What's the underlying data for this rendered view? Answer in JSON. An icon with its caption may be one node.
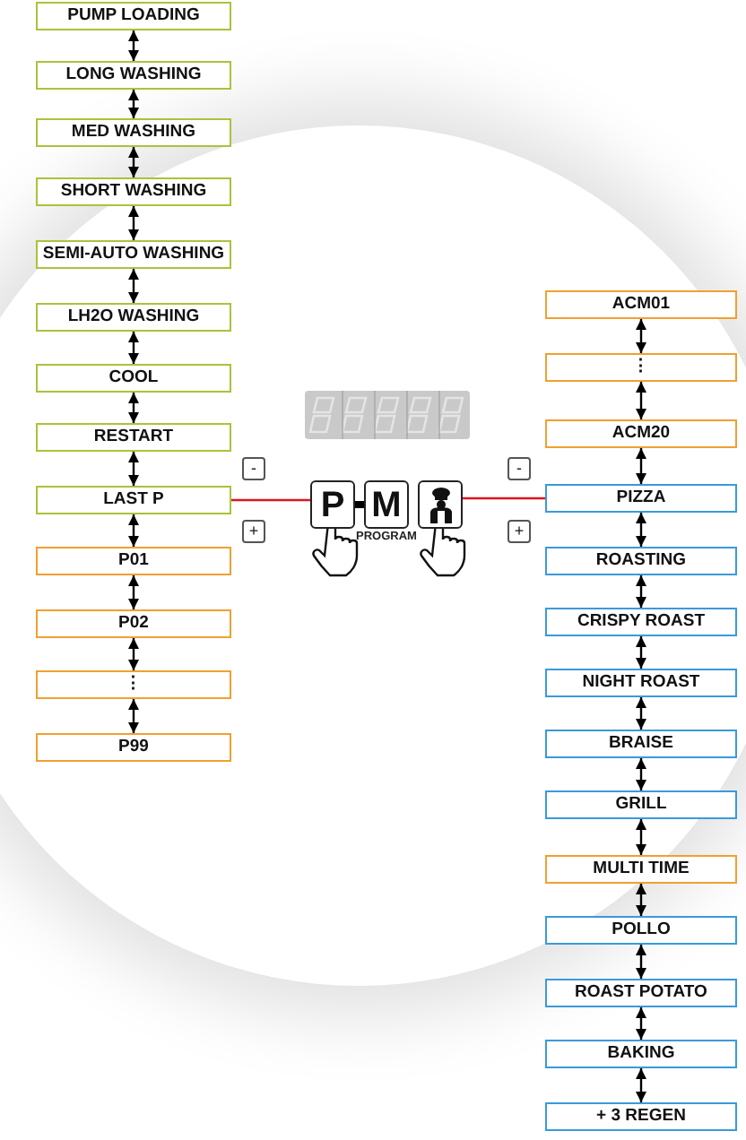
{
  "diagram": {
    "nodes": [
      {
        "text": [
          "PUMP LOADING"
        ]
      },
      {
        "text": [
          "LONG WASHING"
        ]
      },
      {
        "text": [
          "MED WASHING"
        ]
      },
      {
        "text": [
          "SHORT WASHING"
        ]
      },
      {
        "text": [
          "SEMI-AUTO WASHING"
        ]
      },
      {
        "text": [
          "LH2O WASHING"
        ]
      },
      {
        "text": [
          "COOL"
        ]
      },
      {
        "text": [
          "RESTART"
        ]
      },
      {
        "text": [
          "LAST P"
        ]
      },
      {
        "text": [
          "P01"
        ]
      },
      {
        "text": [
          "P02"
        ]
      },
      {
        "text": [
          "⋮"
        ]
      },
      {
        "text": [
          "P99"
        ]
      },
      {
        "text": [
          "-"
        ]
      },
      {
        "text": [
          "-"
        ]
      },
      {
        "text": [
          "P"
        ]
      },
      {
        "text": [
          "M"
        ],
        "beside": [
          "PROGRAM"
        ]
      },
      {
        "text": [],
        "shape": "box"
      },
      {
        "text": [
          "+"
        ]
      },
      {
        "text": [
          "+"
        ]
      },
      {
        "text": [
          "ACM01"
        ]
      },
      {
        "text": [
          "⋮"
        ]
      },
      {
        "text": [
          "ACM20"
        ]
      },
      {
        "text": [
          "PIZZA"
        ]
      },
      {
        "text": [
          "ROASTING"
        ]
      },
      {
        "text": [
          "CRISPY ROAST"
        ]
      },
      {
        "text": [
          "NIGHT ROAST"
        ]
      },
      {
        "text": [
          "BRAISE"
        ]
      },
      {
        "text": [
          "GRILL"
        ]
      },
      {
        "text": [
          "MULTI TIME"
        ]
      },
      {
        "text": [
          "POLLO"
        ]
      },
      {
        "text": [
          "ROAST POTATO"
        ]
      },
      {
        "text": [
          "BAKING"
        ]
      },
      {
        "text": [
          "+ 3 REGEN"
        ]
      }
    ],
    "edges": [
      {
        "from": 0,
        "to": 1,
        "arrow": "both"
      },
      {
        "from": 1,
        "to": 2,
        "arrow": "both"
      },
      {
        "from": 2,
        "to": 3,
        "arrow": "both"
      },
      {
        "from": 3,
        "to": 4,
        "arrow": "both"
      },
      {
        "from": 4,
        "to": 5,
        "arrow": "both"
      },
      {
        "from": 5,
        "to": 6,
        "arrow": "both"
      },
      {
        "from": 6,
        "to": 7,
        "arrow": "both"
      },
      {
        "from": 7,
        "to": 8,
        "arrow": "both"
      },
      {
        "from": 8,
        "to": 9,
        "arrow": "both"
      },
      {
        "from": 9,
        "to": 10,
        "arrow": "both"
      },
      {
        "from": 10,
        "to": 11,
        "arrow": "both"
      },
      {
        "from": 11,
        "to": 12,
        "arrow": "both"
      },
      {
        "from": 8,
        "to": 15,
        "arrow": "none",
        "color": "#e0141e"
      },
      {
        "from": 15,
        "to": 16,
        "arrow": "none",
        "style": "thick"
      },
      {
        "from": 17,
        "to": 23,
        "arrow": "none",
        "color": "#e0141e"
      },
      {
        "from": 20,
        "to": 21,
        "arrow": "both"
      },
      {
        "from": 21,
        "to": 22,
        "arrow": "both"
      },
      {
        "from": 22,
        "to": 23,
        "arrow": "both"
      },
      {
        "from": 23,
        "to": 24,
        "arrow": "both"
      },
      {
        "from": 24,
        "to": 25,
        "arrow": "both"
      },
      {
        "from": 25,
        "to": 26,
        "arrow": "both"
      },
      {
        "from": 26,
        "to": 27,
        "arrow": "both"
      },
      {
        "from": 27,
        "to": 28,
        "arrow": "both"
      },
      {
        "from": 28,
        "to": 29,
        "arrow": "both"
      },
      {
        "from": 29,
        "to": 30,
        "arrow": "both"
      },
      {
        "from": 30,
        "to": 31,
        "arrow": "both"
      },
      {
        "from": 31,
        "to": 32,
        "arrow": "both"
      },
      {
        "from": 32,
        "to": 33,
        "arrow": "both"
      }
    ]
  }
}
